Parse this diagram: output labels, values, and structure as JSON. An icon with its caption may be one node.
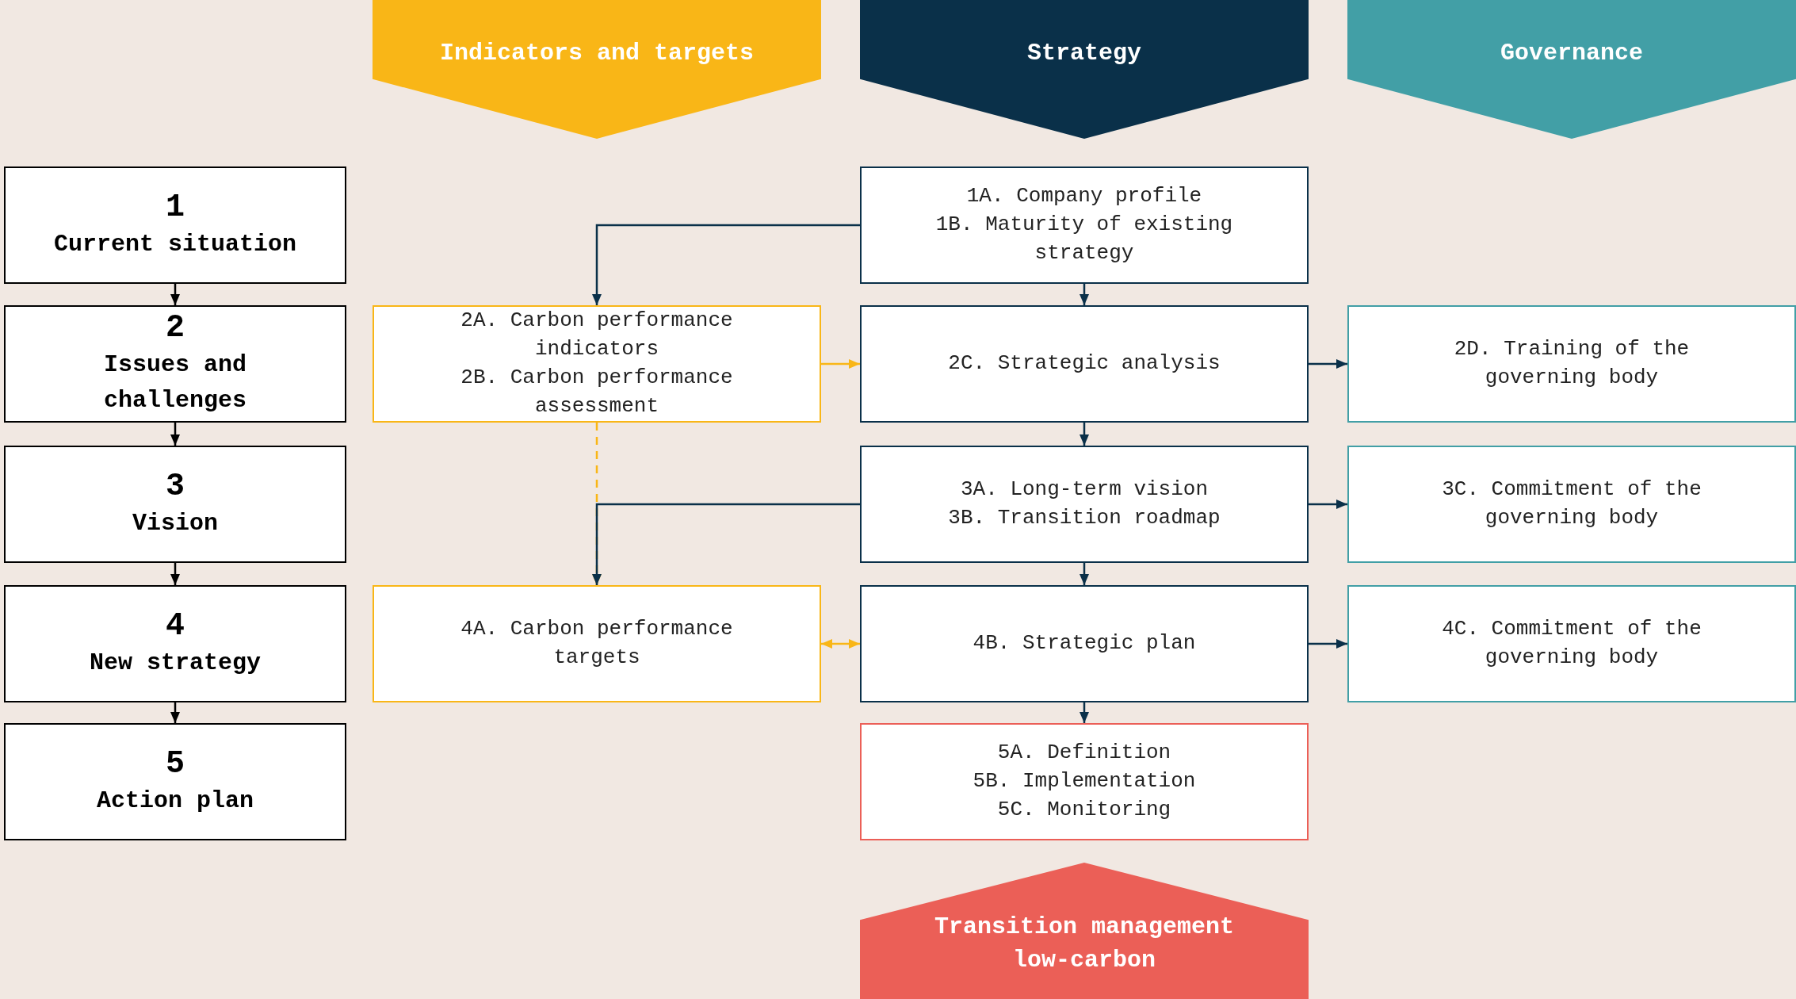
{
  "diagram": {
    "nodes": [
      {
        "text": [
          "Indicators and targets"
        ]
      },
      {
        "text": [
          "Strategy"
        ]
      },
      {
        "text": [
          "Governance"
        ]
      },
      {
        "text": [
          "1",
          "Current situation"
        ]
      },
      {
        "text": [
          "2",
          "Issues and challenges"
        ]
      },
      {
        "text": [
          "3",
          "Vision"
        ]
      },
      {
        "text": [
          "4",
          "New strategy"
        ]
      },
      {
        "text": [
          "5",
          "Action plan"
        ]
      },
      {
        "text": [
          "1A. Company profile",
          "1B. Maturity of existing strategy"
        ]
      },
      {
        "text": [
          "2A. Carbon performance indicators",
          "2B. Carbon performance assessment"
        ]
      },
      {
        "text": [
          "2C. Strategic analysis"
        ]
      },
      {
        "text": [
          "2D. Training of the governing body"
        ]
      },
      {
        "text": [
          "3A. Long-term vision",
          "3B. Transition roadmap"
        ]
      },
      {
        "text": [
          "3C. Commitment of the governing body"
        ]
      },
      {
        "text": [
          "4A. Carbon performance targets"
        ]
      },
      {
        "text": [
          "4B. Strategic plan"
        ]
      },
      {
        "text": [
          "4C. Commitment of the governing body"
        ]
      },
      {
        "text": [
          "5A. Definition",
          "5B. Implementation",
          "5C. Monitoring"
        ]
      },
      {
        "text": [
          "Transition management low-carbon"
        ]
      }
    ],
    "edges": [
      {
        "from": 3,
        "to": 4,
        "arrow": "to",
        "color": "#000000"
      },
      {
        "from": 4,
        "to": 5,
        "arrow": "to",
        "color": "#000000"
      },
      {
        "from": 5,
        "to": 6,
        "arrow": "to",
        "color": "#000000"
      },
      {
        "from": 6,
        "to": 7,
        "arrow": "to",
        "color": "#000000"
      },
      {
        "from": 8,
        "to": 9,
        "arrow": "to"
      },
      {
        "from": 8,
        "to": 10,
        "arrow": "to"
      },
      {
        "from": 9,
        "to": 10,
        "arrow": "to",
        "color": "#f9b617"
      },
      {
        "from": 10,
        "to": 11,
        "arrow": "to"
      },
      {
        "from": 10,
        "to": 12,
        "arrow": "to"
      },
      {
        "from": 9,
        "to": 14,
        "arrow": "to",
        "style": "dashed",
        "color": "#f9b617"
      },
      {
        "from": 12,
        "to": 14,
        "arrow": "to"
      },
      {
        "from": 12,
        "to": 13,
        "arrow": "to"
      },
      {
        "from": 12,
        "to": 15,
        "arrow": "to"
      },
      {
        "from": 14,
        "to": 15,
        "arrow": "both",
        "color": "#f9b617"
      },
      {
        "from": 15,
        "to": 16,
        "arrow": "to"
      },
      {
        "from": 15,
        "to": 17,
        "arrow": "to"
      }
    ]
  }
}
